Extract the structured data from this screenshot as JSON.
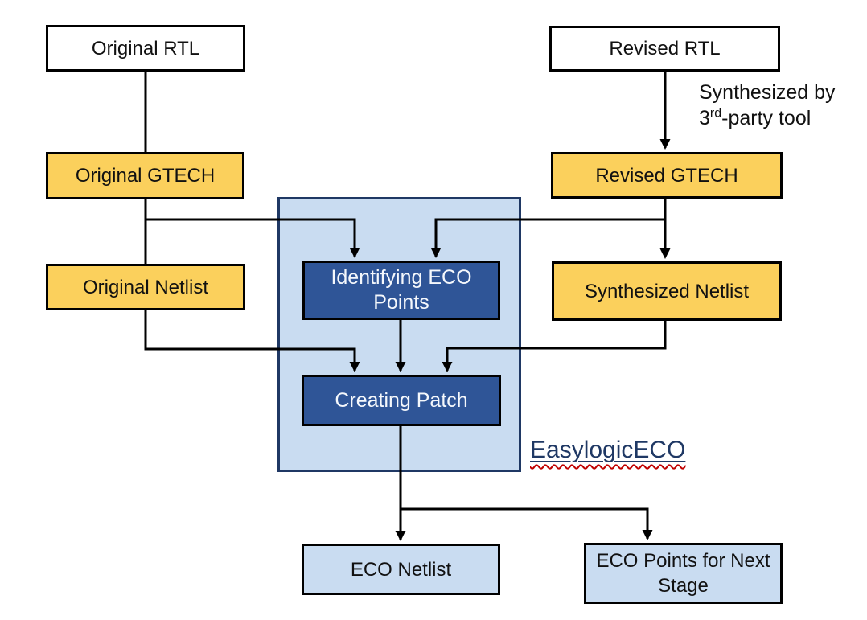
{
  "diagram_title": "EasylogicECO",
  "boxes": {
    "original_rtl": "Original RTL",
    "revised_rtl": "Revised RTL",
    "original_gtech": "Original GTECH",
    "revised_gtech": "Revised GTECH",
    "original_netlist": "Original Netlist",
    "synthesized_netlist": "Synthesized Netlist",
    "identifying_eco_points": "Identifying ECO Points",
    "creating_patch": "Creating Patch",
    "eco_netlist": "ECO Netlist",
    "eco_points_next_stage": "ECO Points for Next Stage"
  },
  "annotation": {
    "line1": "Synthesized by",
    "ordinal_number": "3",
    "ordinal_suffix": "rd",
    "line2_rest": "-party tool"
  },
  "labels": {
    "tool_name": "EasylogicECO"
  },
  "colors": {
    "yellow_box_fill": "#FBD05C",
    "dark_blue_box_fill": "#2F5597",
    "light_blue_fill": "#C9DCF1",
    "container_border_navy": "#1F3864",
    "tool_name_text": "#1F3864",
    "squiggle_red": "#C00000",
    "connector_black": "#000000"
  }
}
